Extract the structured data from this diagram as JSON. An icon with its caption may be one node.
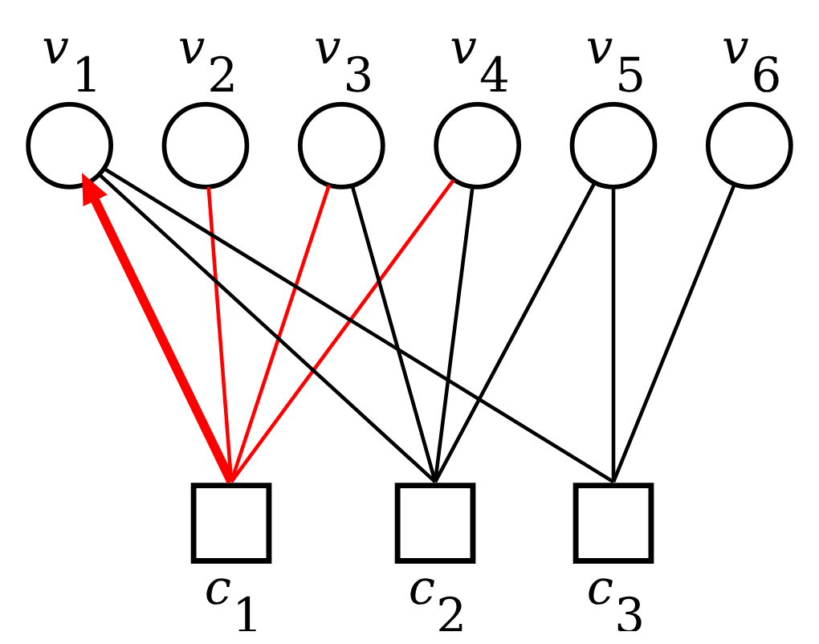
{
  "diagram": {
    "nodes": [
      {
        "text": [
          "v$_{1}$"
        ]
      },
      {
        "text": [
          "v$_{2}$"
        ]
      },
      {
        "text": [
          "v$_{3}$"
        ]
      },
      {
        "text": [
          "v$_{4}$"
        ]
      },
      {
        "text": [
          "v$_{5}$"
        ]
      },
      {
        "text": [
          "v$_{6}$"
        ]
      },
      {
        "text": [
          "c$_{1}$"
        ]
      },
      {
        "text": [
          "c$_{2}$"
        ]
      },
      {
        "text": [
          "c$_{3}$"
        ]
      }
    ],
    "edges": [
      {
        "from": 6,
        "to": 0,
        "arrow": "to",
        "style": "thick",
        "color": "#ff0000"
      },
      {
        "from": 6,
        "to": 1,
        "arrow": "none",
        "color": "#ff0000"
      },
      {
        "from": 6,
        "to": 2,
        "arrow": "none",
        "color": "#ff0000"
      },
      {
        "from": 6,
        "to": 3,
        "arrow": "none",
        "color": "#ff0000"
      },
      {
        "from": 7,
        "to": 0,
        "arrow": "none"
      },
      {
        "from": 8,
        "to": 0,
        "arrow": "none"
      },
      {
        "from": 7,
        "to": 2,
        "arrow": "none"
      },
      {
        "from": 7,
        "to": 3,
        "arrow": "none"
      },
      {
        "from": 7,
        "to": 4,
        "arrow": "none"
      },
      {
        "from": 8,
        "to": 4,
        "arrow": "none"
      },
      {
        "from": 8,
        "to": 5,
        "arrow": "none"
      }
    ]
  }
}
